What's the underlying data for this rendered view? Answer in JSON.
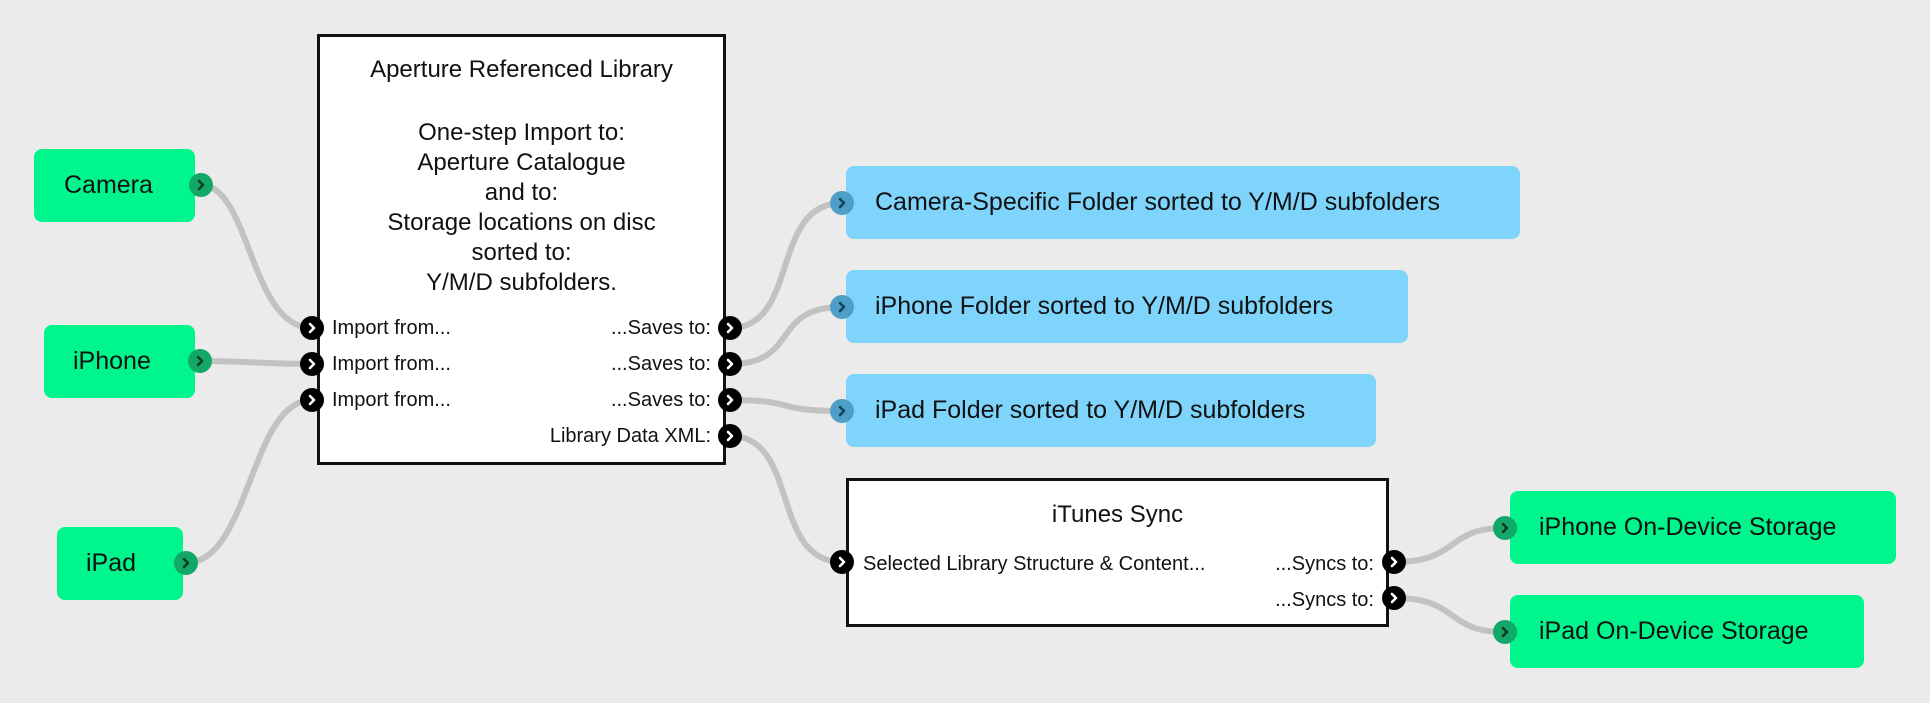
{
  "sources": [
    {
      "label": "Camera"
    },
    {
      "label": "iPhone"
    },
    {
      "label": "iPad"
    }
  ],
  "library": {
    "title": "Aperture Referenced Library",
    "description": [
      "One-step Import to:",
      "Aperture Catalogue",
      "and to:",
      "Storage locations on disc",
      "sorted to:",
      "Y/M/D subfolders."
    ],
    "inputs": [
      "Import from...",
      "Import from...",
      "Import from..."
    ],
    "outputs": [
      "...Saves to:",
      "...Saves to:",
      "...Saves to:",
      "Library Data XML:"
    ]
  },
  "folders": [
    {
      "label": "Camera-Specific Folder sorted to Y/M/D subfolders"
    },
    {
      "label": "iPhone Folder sorted to Y/M/D subfolders"
    },
    {
      "label": "iPad Folder sorted to Y/M/D subfolders"
    }
  ],
  "itunes": {
    "title": "iTunes Sync",
    "input": "Selected Library Structure & Content...",
    "outputs": [
      "...Syncs to:",
      "...Syncs to:"
    ]
  },
  "devices": [
    {
      "label": "iPhone On-Device Storage"
    },
    {
      "label": "iPad On-Device Storage"
    }
  ],
  "colors": {
    "background": "#ebebeb",
    "source_node": "#00f58c",
    "folder_node": "#7fd4fc",
    "box_border": "#111111",
    "wire": "#c2c2c2"
  }
}
